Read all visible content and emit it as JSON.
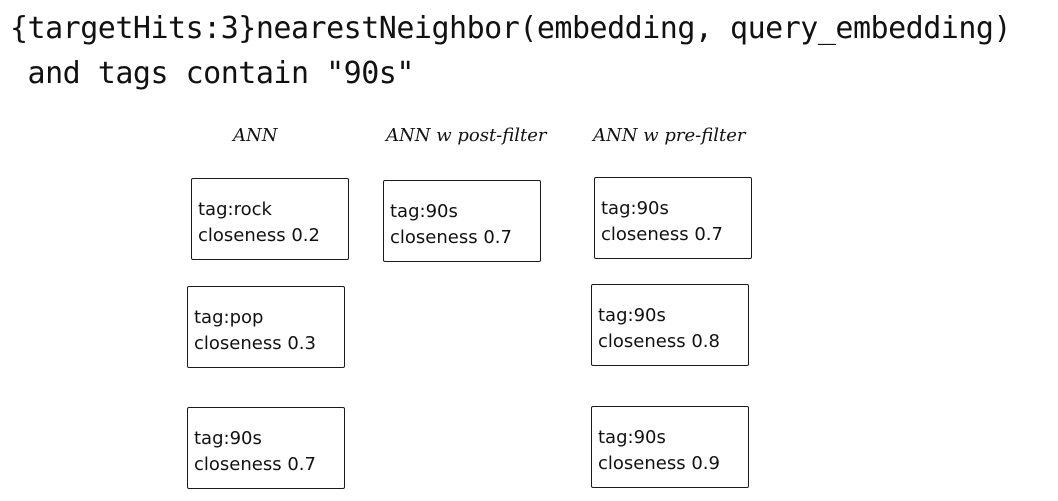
{
  "query": {
    "line1": "{targetHits:3}nearestNeighbor(embedding, query_embedding)",
    "line2": " and tags contain \"90s\""
  },
  "columns": [
    {
      "header": "ANN",
      "results": [
        {
          "tag": "tag:rock",
          "closeness": "closeness 0.2"
        },
        {
          "tag": "tag:pop",
          "closeness": "closeness 0.3"
        },
        {
          "tag": "tag:90s",
          "closeness": "closeness 0.7"
        }
      ]
    },
    {
      "header": "ANN w post-filter",
      "results": [
        {
          "tag": "tag:90s",
          "closeness": "closeness 0.7"
        }
      ]
    },
    {
      "header": "ANN w pre-filter",
      "results": [
        {
          "tag": "tag:90s",
          "closeness": "closeness 0.7"
        },
        {
          "tag": "tag:90s",
          "closeness": "closeness 0.8"
        },
        {
          "tag": "tag:90s",
          "closeness": "closeness 0.9"
        }
      ]
    }
  ]
}
